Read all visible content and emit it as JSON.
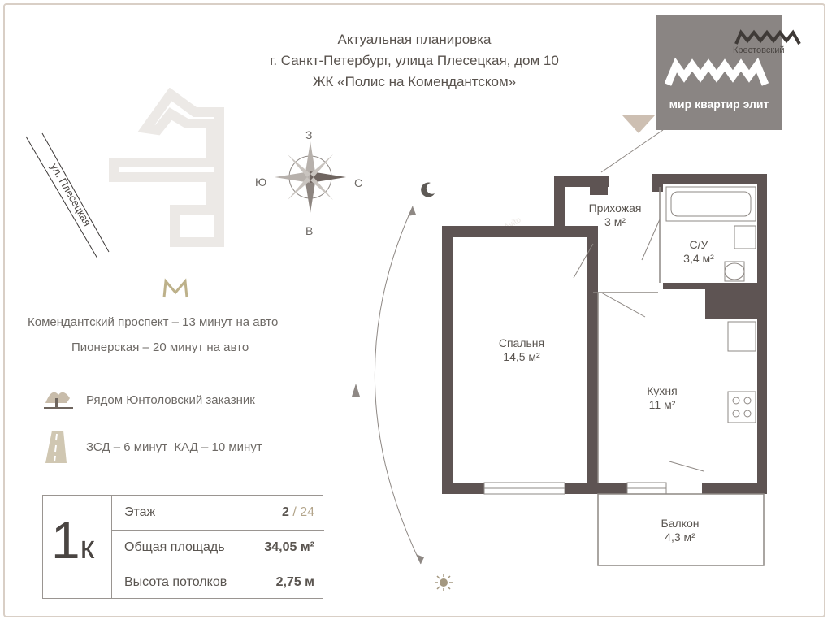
{
  "header": {
    "line1": "Актуальная планировка",
    "line2": "г. Санкт-Петербург, улица Плесецкая, дом 10",
    "line3": "ЖК «Полис на Комендантском»"
  },
  "logo": {
    "brand": "Крестовский",
    "name": "мир квартир элит"
  },
  "street": "ул. Плесецкая",
  "compass": {
    "n": "З",
    "s": "В",
    "w": "Ю",
    "e": "С"
  },
  "metro": [
    {
      "label": "Комендантский проспект – 13 минут на авто"
    },
    {
      "label": "Пионерская – 20 минут на авто"
    }
  ],
  "features": {
    "nature": "Рядом Юнтоловский заказник",
    "roads": "ЗСД – 6 минут  КАД – 10 минут"
  },
  "spec": {
    "rooms_number": "1",
    "rooms_letter": "к",
    "floor_label": "Этаж",
    "floor_value": "2",
    "floor_total": "/ 24",
    "area_label": "Общая площадь",
    "area_value": "34,05 м²",
    "ceiling_label": "Высота потолков",
    "ceiling_value": "2,75 м"
  },
  "rooms": {
    "hall_name": "Прихожая",
    "hall_area": "3 м²",
    "bath_name": "С/У",
    "bath_area": "3,4 м²",
    "bedroom_name": "Спальня",
    "bedroom_area": "14,5 м²",
    "kitchen_name": "Кухня",
    "kitchen_area": "11 м²",
    "balcony_name": "Балкон",
    "balcony_area": "4,3 м²"
  },
  "colors": {
    "wall": "#5e5453",
    "accent": "#a49880",
    "light": "#e6e3e0",
    "logo_bg": "#8a8583"
  },
  "icons": [
    "moon-icon",
    "sun-icon",
    "metro-icon",
    "tree-icon",
    "road-icon",
    "compass-icon",
    "logo-icon"
  ]
}
